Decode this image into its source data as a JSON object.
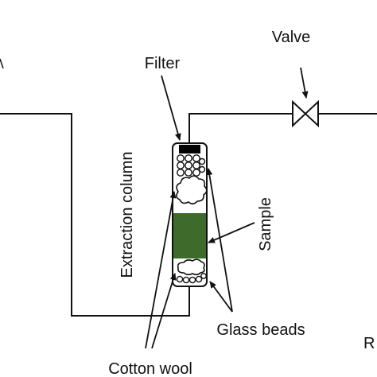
{
  "labels": {
    "valve": "Valve",
    "filter": "Filter",
    "extraction_column": "Extraction column",
    "sample": "Sample",
    "glass_beads": "Glass beads",
    "cotton_wool": "Cotton wool",
    "edge_right": "R"
  },
  "colors": {
    "line": "#111111",
    "sample_fill": "#3d6b2c",
    "filter_fill": "#000000",
    "background": "#ffffff"
  }
}
